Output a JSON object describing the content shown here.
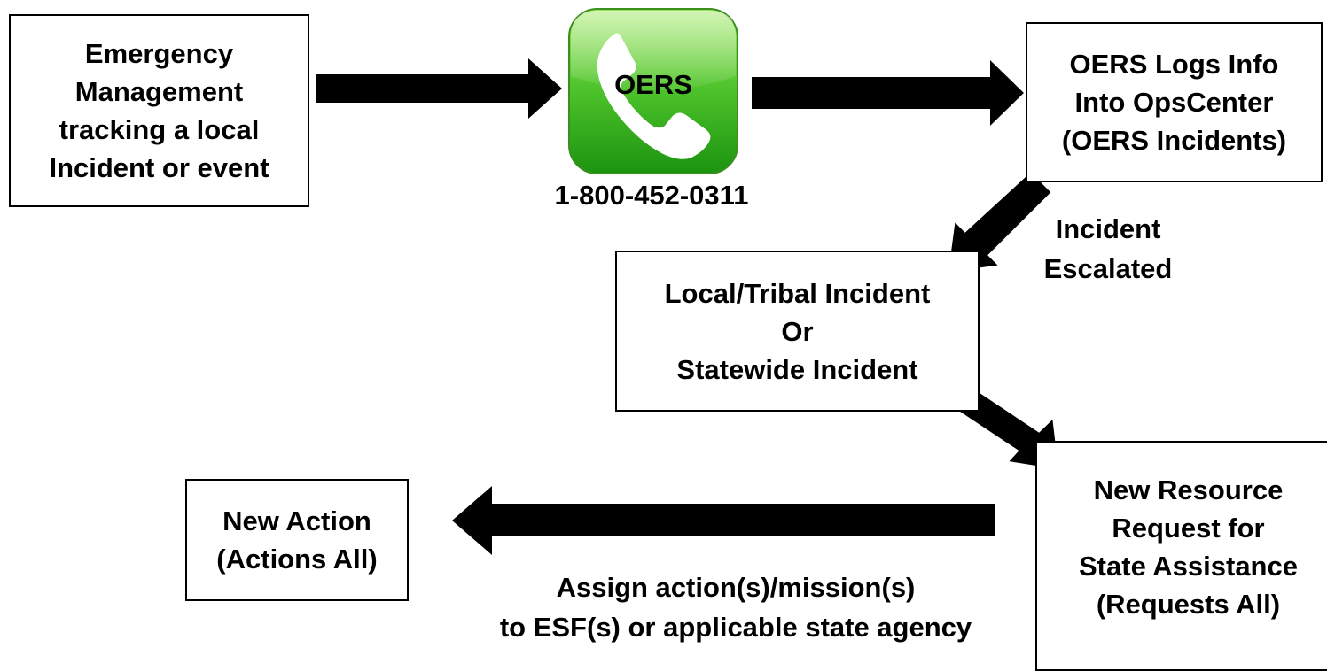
{
  "boxes": {
    "emergency": [
      "Emergency",
      "Management",
      "tracking a local",
      "Incident or event"
    ],
    "oers_logs": [
      "OERS Logs Info",
      "Into OpsCenter",
      "(OERS Incidents)"
    ],
    "local_statewide": [
      "Local/Tribal Incident",
      "Or",
      "Statewide Incident"
    ],
    "resource_request": [
      "New Resource",
      "Request for",
      "State Assistance",
      "(Requests All)"
    ],
    "new_action": [
      "New Action",
      "(Actions All)"
    ]
  },
  "phone": {
    "label": "OERS",
    "number": "1-800-452-0311",
    "icon": "phone-icon",
    "colors": {
      "top": "#8ee24a",
      "bottom": "#1e9a12",
      "handset": "#ffffff"
    }
  },
  "labels": {
    "escalated": [
      "Incident",
      "Escalated"
    ],
    "assign": [
      "Assign action(s)/mission(s)",
      "to ESF(s) or applicable state agency"
    ]
  },
  "colors": {
    "arrow": "#000000",
    "border": "#000000",
    "background": "#ffffff"
  }
}
